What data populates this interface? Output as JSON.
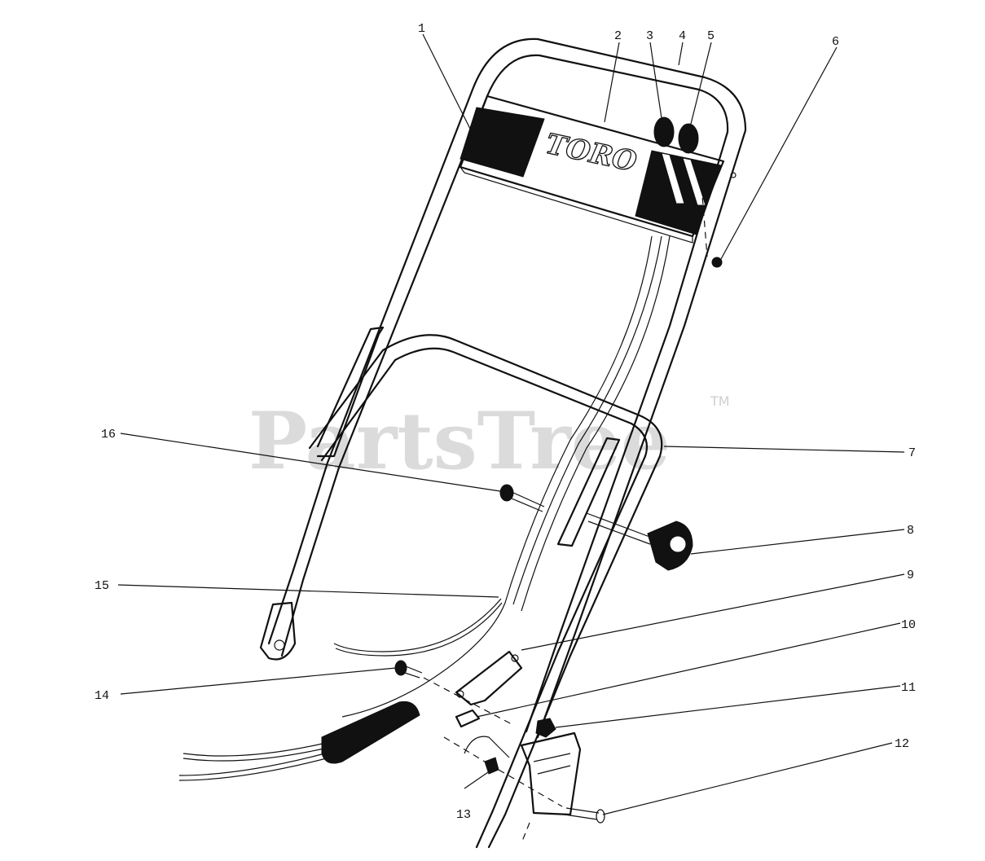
{
  "brand_label": "TORO",
  "watermark": {
    "text": "PartsTree",
    "mark": "TM"
  },
  "callouts": [
    {
      "id": "1",
      "label": "1"
    },
    {
      "id": "2",
      "label": "2"
    },
    {
      "id": "3",
      "label": "3"
    },
    {
      "id": "4",
      "label": "4"
    },
    {
      "id": "5",
      "label": "5"
    },
    {
      "id": "6",
      "label": "6"
    },
    {
      "id": "7",
      "label": "7"
    },
    {
      "id": "8",
      "label": "8"
    },
    {
      "id": "9",
      "label": "9"
    },
    {
      "id": "10",
      "label": "10"
    },
    {
      "id": "11",
      "label": "11"
    },
    {
      "id": "12",
      "label": "12"
    },
    {
      "id": "13",
      "label": "13"
    },
    {
      "id": "14",
      "label": "14"
    },
    {
      "id": "15",
      "label": "15"
    },
    {
      "id": "16",
      "label": "16"
    }
  ],
  "colors": {
    "line": "#111111",
    "watermark": "#cfcfcf",
    "background": "#ffffff"
  }
}
